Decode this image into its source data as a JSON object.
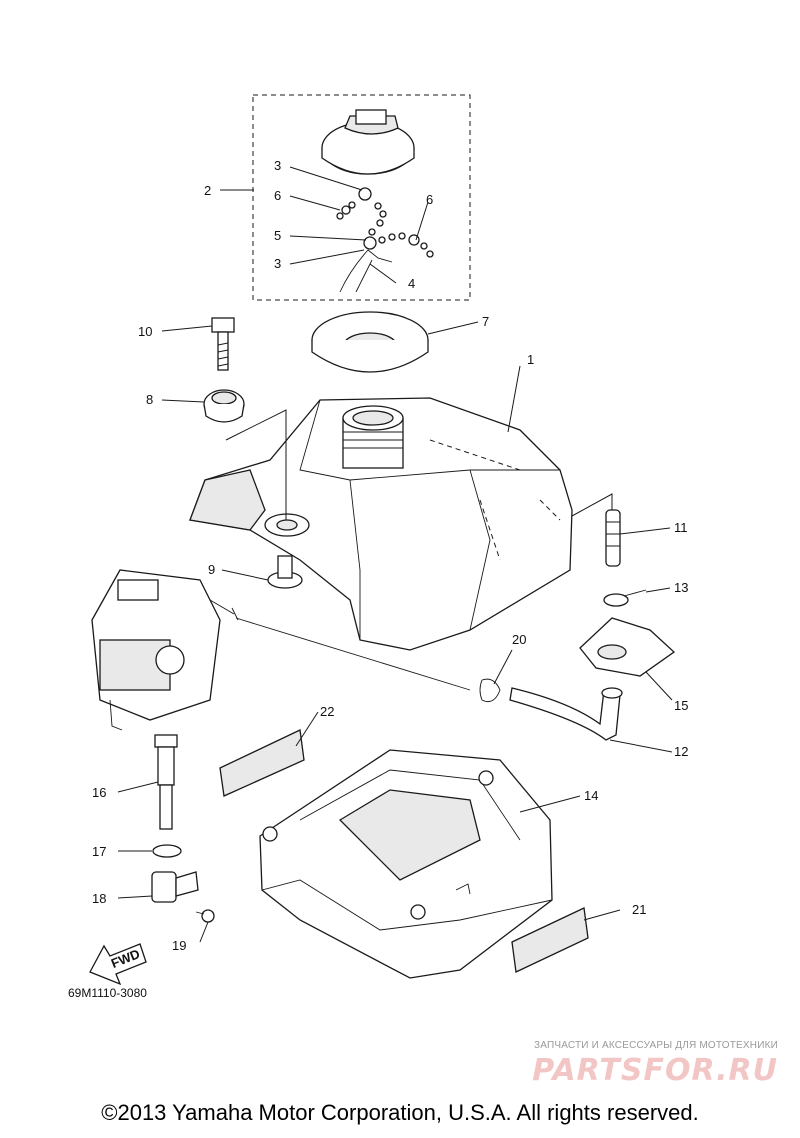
{
  "diagram": {
    "callouts": {
      "c1": "1",
      "c2": "2",
      "c3a": "3",
      "c3b": "3",
      "c4": "4",
      "c5": "5",
      "c6a": "6",
      "c6b": "6",
      "c7": "7",
      "c8": "8",
      "c9": "9",
      "c10": "10",
      "c11": "11",
      "c12": "12",
      "c13": "13",
      "c14": "14",
      "c15": "15",
      "c16": "16",
      "c17": "17",
      "c18": "18",
      "c19": "19",
      "c20": "20",
      "c21": "21",
      "c22": "22"
    },
    "fwd_label": "FWD",
    "diagram_code": "69M1110-3080"
  },
  "watermark": {
    "tagline": "ЗАПЧАСТИ И АКСЕССУАРЫ ДЛЯ МОТОТЕХНИКИ",
    "logo_text": "PARTSFOR.RU"
  },
  "copyright": "©2013 Yamaha Motor Corporation, U.S.A. All rights reserved."
}
